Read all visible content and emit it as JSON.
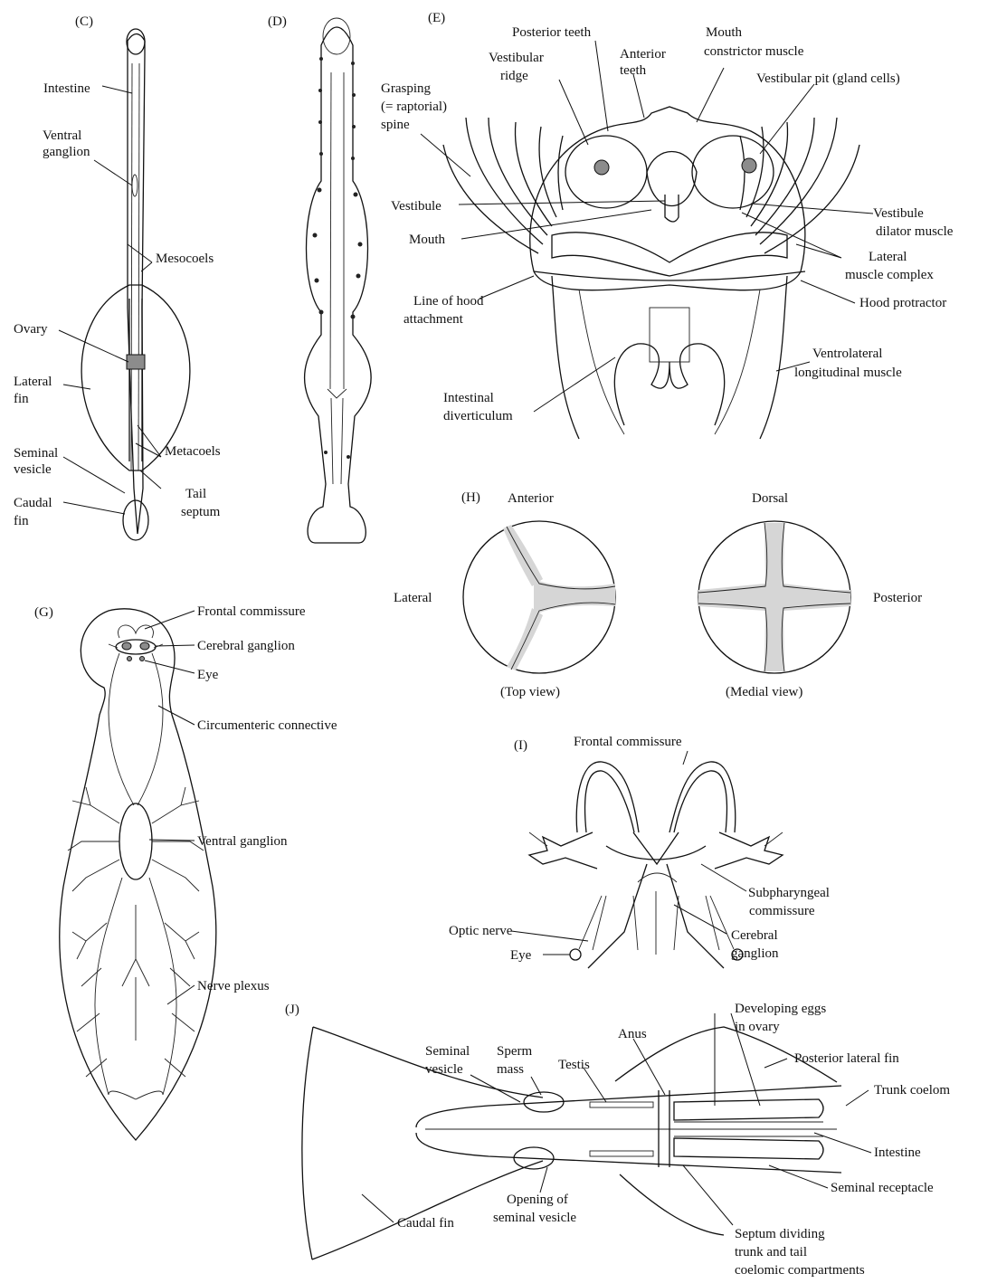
{
  "panels": {
    "C": {
      "letter": "(C)",
      "labels": [
        "Intestine",
        "Ventral",
        "ganglion",
        "Mesocoels",
        "Ovary",
        "Lateral",
        "fin",
        "Metacoels",
        "Seminal",
        "vesicle",
        "Tail",
        "septum",
        "Caudal",
        "fin"
      ]
    },
    "D": {
      "letter": "(D)"
    },
    "E": {
      "letter": "(E)",
      "labels": [
        "Posterior teeth",
        "Mouth",
        "constrictor muscle",
        "Vestibular",
        "ridge",
        "Anterior",
        "teeth",
        "Vestibular pit (gland cells)",
        "Grasping",
        "(= raptorial)",
        "spine",
        "Vestibule",
        "Mouth",
        "Vestibule",
        "dilator muscle",
        "Lateral",
        "muscle complex",
        "Line of hood",
        "attachment",
        "Hood protractor",
        "Ventrolateral",
        "longitudinal muscle",
        "Intestinal",
        "diverticulum"
      ]
    },
    "G": {
      "letter": "(G)",
      "labels": [
        "Frontal commissure",
        "Cerebral ganglion",
        "Eye",
        "Circumenteric connective",
        "Ventral ganglion",
        "Nerve plexus"
      ]
    },
    "H": {
      "letter": "(H)",
      "labels": [
        "Anterior",
        "Dorsal",
        "Lateral",
        "Posterior",
        "(Top view)",
        "(Medial view)"
      ]
    },
    "I": {
      "letter": "(I)",
      "labels": [
        "Frontal commissure",
        "Subpharyngeal",
        "commissure",
        "Optic nerve",
        "Eye",
        "Cerebral",
        "ganglion"
      ]
    },
    "J": {
      "letter": "(J)",
      "labels": [
        "Developing eggs",
        "in ovary",
        "Anus",
        "Seminal",
        "vesicle",
        "Sperm",
        "mass",
        "Testis",
        "Posterior lateral fin",
        "Trunk coelom",
        "Intestine",
        "Seminal receptacle",
        "Opening of",
        "seminal vesicle",
        "Caudal fin",
        "Septum dividing",
        "trunk and tail",
        "coelomic compartments"
      ]
    }
  }
}
